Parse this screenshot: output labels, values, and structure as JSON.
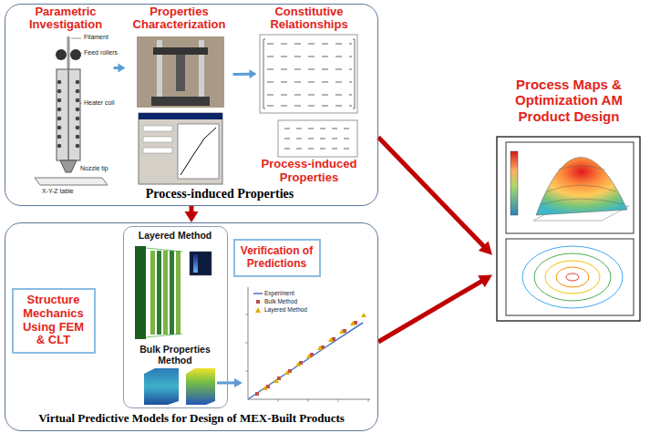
{
  "diagram": {
    "nodes": [
      {
        "text": [
          "Process-induced Properties"
        ]
      },
      {
        "text": [
          "Parametric Investigation"
        ],
        "in": 0
      },
      {
        "text": [
          "Properties Characterization"
        ],
        "in": 0
      },
      {
        "text": [
          "Constitutive Relationships"
        ],
        "in": 0
      },
      {
        "text": [
          "Process-induced Properties"
        ],
        "in": 0
      },
      {
        "text": [
          "Virtual Predictive Models for Design of MEX-Built Products"
        ]
      },
      {
        "text": [
          "Structure Mechanics Using FEM & CLT"
        ],
        "in": 5
      },
      {
        "text": [
          "Layered Method",
          "Bulk Properties Method"
        ],
        "in": 5
      },
      {
        "text": [
          "Verification of Predictions"
        ],
        "in": 5
      },
      {
        "text": [
          "Process Maps & Optimization AM Product Design"
        ]
      }
    ],
    "edges": [
      {
        "from": 0,
        "to": 5,
        "arrow": "to"
      },
      {
        "from": 0,
        "to": 9,
        "arrow": "to"
      },
      {
        "from": 5,
        "to": 9,
        "arrow": "to"
      },
      {
        "from": 1,
        "to": 2,
        "arrow": "to"
      },
      {
        "from": 2,
        "to": 3,
        "arrow": "to"
      }
    ],
    "labels": [
      "Filament",
      "Feed rollers",
      "Heater coil",
      "Nozzle tip",
      "X-Y-Z table"
    ],
    "legend": [
      {
        "text": "Experiment"
      },
      {
        "text": "Bulk Method"
      },
      {
        "text": "Layered Method"
      }
    ]
  }
}
